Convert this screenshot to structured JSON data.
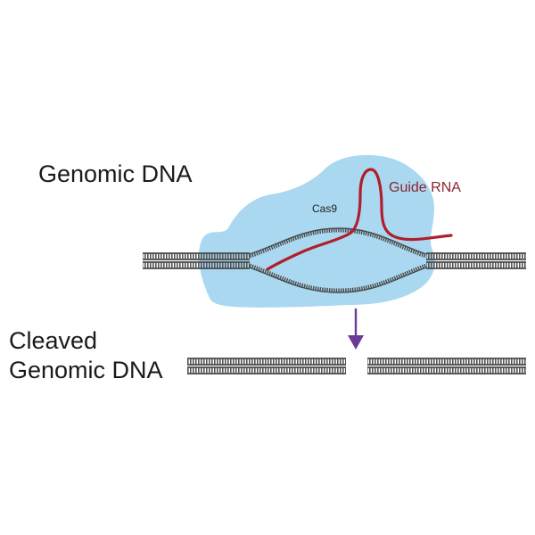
{
  "labels": {
    "genomic_dna": "Genomic DNA",
    "cas9": "Cas9",
    "guide_rna": "Guide RNA",
    "cleaved_line1": "Cleaved",
    "cleaved_line2": "Genomic DNA"
  },
  "colors": {
    "cas9_blob": "#aad8f0",
    "guide_rna": "#b01e2c",
    "guide_rna_label": "#8e2330",
    "dna_strand": "#4a4a4a",
    "arrow": "#6b3a96"
  }
}
